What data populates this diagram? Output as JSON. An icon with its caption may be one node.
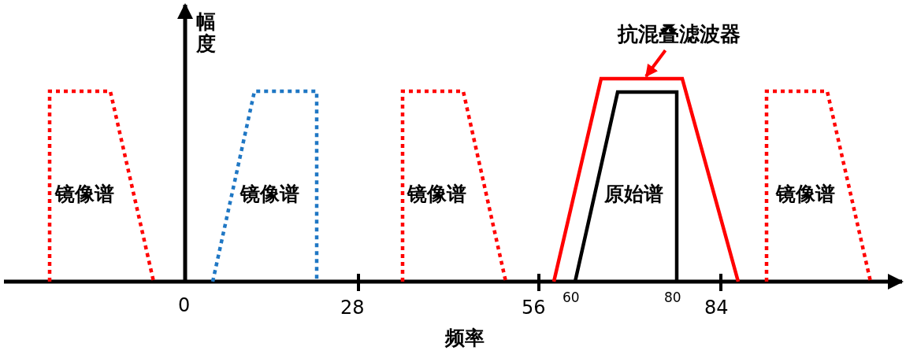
{
  "diagram": {
    "nodes": [
      {
        "text": [
          "镜像谱"
        ]
      },
      {
        "text": [
          "镜像谱"
        ]
      },
      {
        "text": [
          "镜像谱"
        ]
      },
      {
        "text": [],
        "shape": "trapezoid"
      },
      {
        "text": [
          "原始谱"
        ],
        "in": 3
      },
      {
        "text": [
          "镜像谱"
        ]
      },
      {
        "text": [
          "抗混叠滤波器"
        ]
      }
    ],
    "edges": [
      {
        "from": 6,
        "to": 3,
        "arrow": "to",
        "color": "#ff0000"
      }
    ],
    "labels": [
      "幅度",
      "0",
      "28",
      "56",
      "60",
      "80",
      "84",
      "频率"
    ]
  }
}
